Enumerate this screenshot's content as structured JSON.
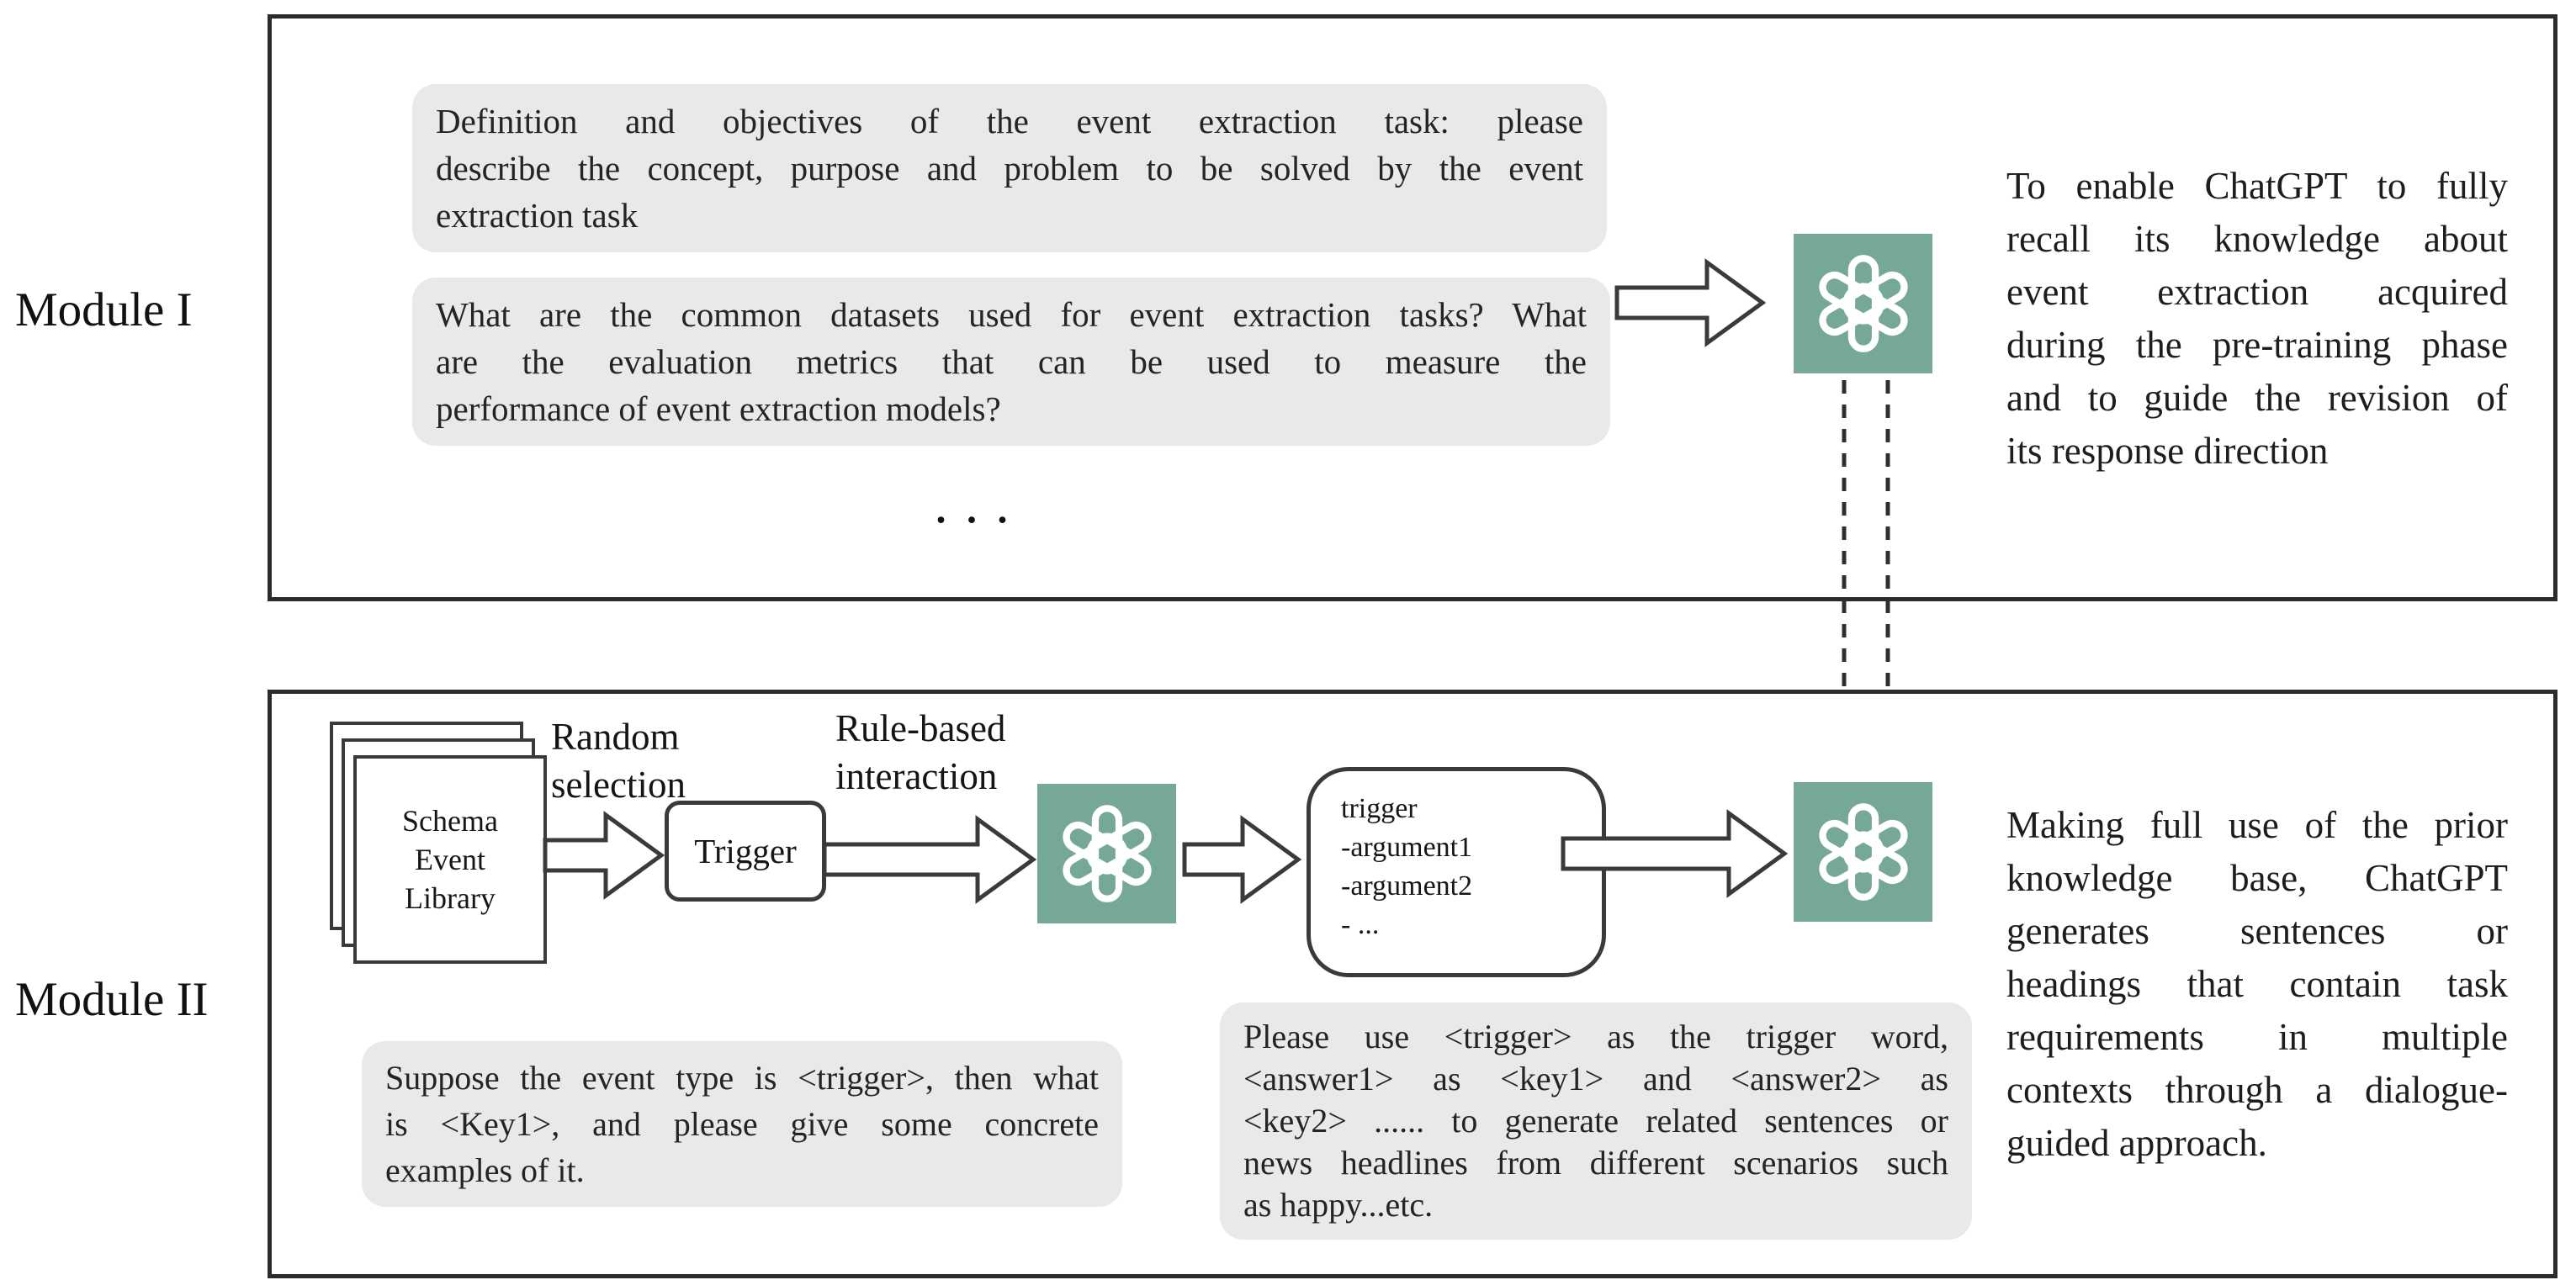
{
  "figure": {
    "type": "flow-diagram",
    "colors": {
      "chatgpt_green": "#76a896",
      "prompt_bubble_gray": "#e9e9e9",
      "box_border": "#2b2b2b",
      "arrow_stroke": "#3a3a3a"
    }
  },
  "module1": {
    "label": "Module I",
    "prompt1_lines": [
      "Definition and objectives of the event extraction task: please",
      "describe the concept, purpose and problem to be solved by the event",
      "extraction task"
    ],
    "prompt2_lines": [
      "What are the common datasets used for event extraction tasks? What",
      "are the evaluation metrics that can be used to measure the",
      "performance of event extraction models?"
    ],
    "ellipsis": "...",
    "right_text_lines": [
      "To enable ChatGPT to fully",
      "recall its knowledge about",
      "event extraction acquired",
      "during the pre-training phase",
      "and to guide the revision of",
      "its response direction"
    ]
  },
  "module2": {
    "label": "Module II",
    "stack_lines": [
      "Schema",
      "Event",
      "Library"
    ],
    "random_selection_lines": [
      "Random",
      "selection"
    ],
    "rule_based_lines": [
      "Rule-based",
      "interaction"
    ],
    "trigger_label": "Trigger",
    "args_box_lines": [
      "trigger",
      "-argument1",
      "-argument2",
      "- ..."
    ],
    "prompt1_lines": [
      "Suppose the event type is <trigger>, then what",
      "is <Key1>, and please give some concrete",
      "examples of it."
    ],
    "prompt2_lines": [
      "Please use <trigger> as the trigger word,",
      "<answer1> as <key1> and <answer2> as",
      "<key2> ...... to generate related sentences or",
      "news headlines from different scenarios such",
      "as happy...etc."
    ],
    "right_text_lines": [
      "Making full use of the prior",
      "knowledge base, ChatGPT",
      "generates sentences or",
      "headings that contain task",
      "requirements in multiple",
      "contexts through a dialogue-",
      "guided approach."
    ]
  }
}
